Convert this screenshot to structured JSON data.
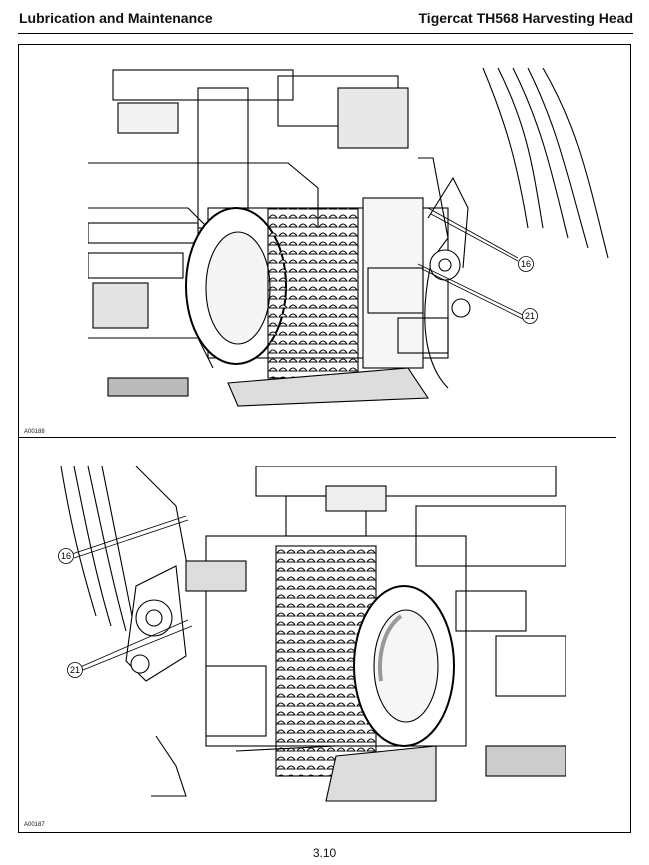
{
  "header": {
    "section_title": "Lubrication and Maintenance",
    "product_title": "Tigercat TH568 Harvesting Head"
  },
  "figures": [
    {
      "code": "A00188",
      "callouts": [
        "16",
        "21"
      ]
    },
    {
      "code": "A00187",
      "callouts": [
        "16",
        "21"
      ]
    }
  ],
  "footer": {
    "page_number": "3.10"
  }
}
